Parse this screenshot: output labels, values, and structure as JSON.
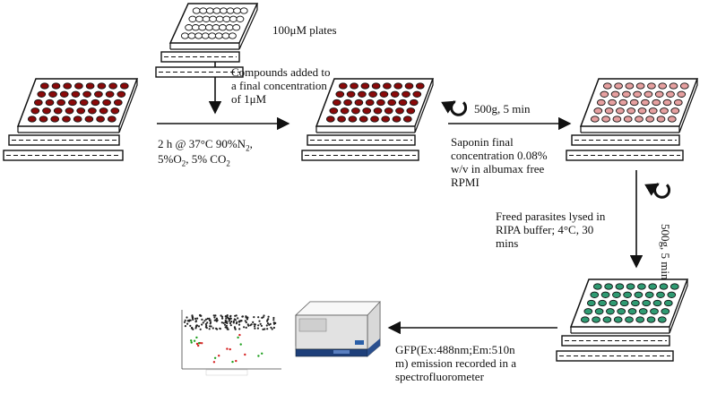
{
  "labels": {
    "top_plate": "100μM plates",
    "compounds": [
      "Compounds added to",
      "a final concentration",
      "of 1μM"
    ],
    "incubation": {
      "line1_pre": "2 h @ 37°C 90%N",
      "line1_sub": "2",
      "line1_post": ",",
      "line2_a": "5%O",
      "line2_sub_a": "2",
      "line2_b": ", 5% CO",
      "line2_sub_b": "2"
    },
    "spin_1": "500g, 5 min",
    "saponin": [
      "Saponin final",
      "concentration 0.08%",
      "w/v in albumax free",
      "RPMI"
    ],
    "spin_2": "500g, 5 min",
    "lysis": [
      "Freed parasites lysed in",
      "RIPA buffer; 4°C, 30",
      "mins"
    ],
    "gfp": [
      "GFP(Ex:488nm;Em:510n",
      "m) emission recorded in a",
      "spectrofluorometer"
    ]
  },
  "colors": {
    "well_dark_red": "#8a0a0a",
    "well_pink": "#e6a0a0",
    "well_green": "#2f9a72",
    "scatter_black": "#222222",
    "scatter_red": "#d62020",
    "scatter_green": "#1fa01f"
  },
  "icons": [
    "circular-arrow-icon",
    "spectrofluorometer-image",
    "scatter-plot-thumbnail"
  ]
}
